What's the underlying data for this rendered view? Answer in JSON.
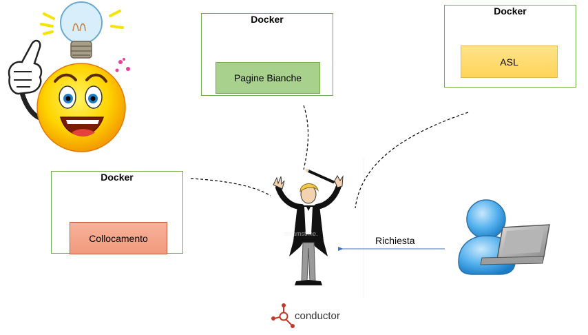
{
  "containers": {
    "pagine_bianche": {
      "title": "Docker",
      "service": "Pagine Bianche"
    },
    "asl": {
      "title": "Docker",
      "service": "ASL"
    },
    "collocamento": {
      "title": "Docker",
      "service": "Collocamento"
    }
  },
  "request_label": "Richiesta",
  "logo_text": "conductor",
  "colors": {
    "container_border": "#70ad47",
    "green_service": "#a9d18e",
    "yellow_service": "#ffd966",
    "orange_service": "#f4a58a",
    "arrow": "#4472c4"
  },
  "icons": [
    "lightbulb-idea-smiley-icon",
    "orchestra-conductor-icon",
    "user-laptop-icon",
    "conductor-logo-icon"
  ]
}
